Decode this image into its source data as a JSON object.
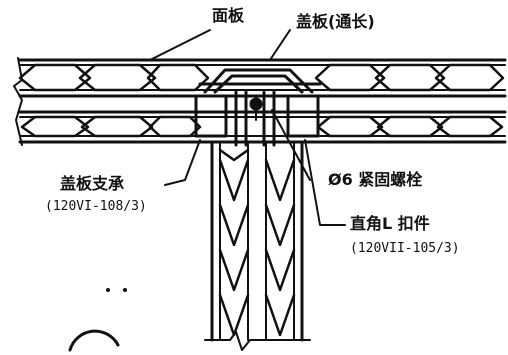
{
  "labels": {
    "face_panel": "面板",
    "cover_panel": "盖板(通长)",
    "cover_support": "盖板支承",
    "cover_support_ref": "(120VI-108/3)",
    "bolt": "Ø6 紧固螺栓",
    "angle_fastener": "直角L 扣件",
    "angle_fastener_ref": "(120VII-105/3)"
  }
}
